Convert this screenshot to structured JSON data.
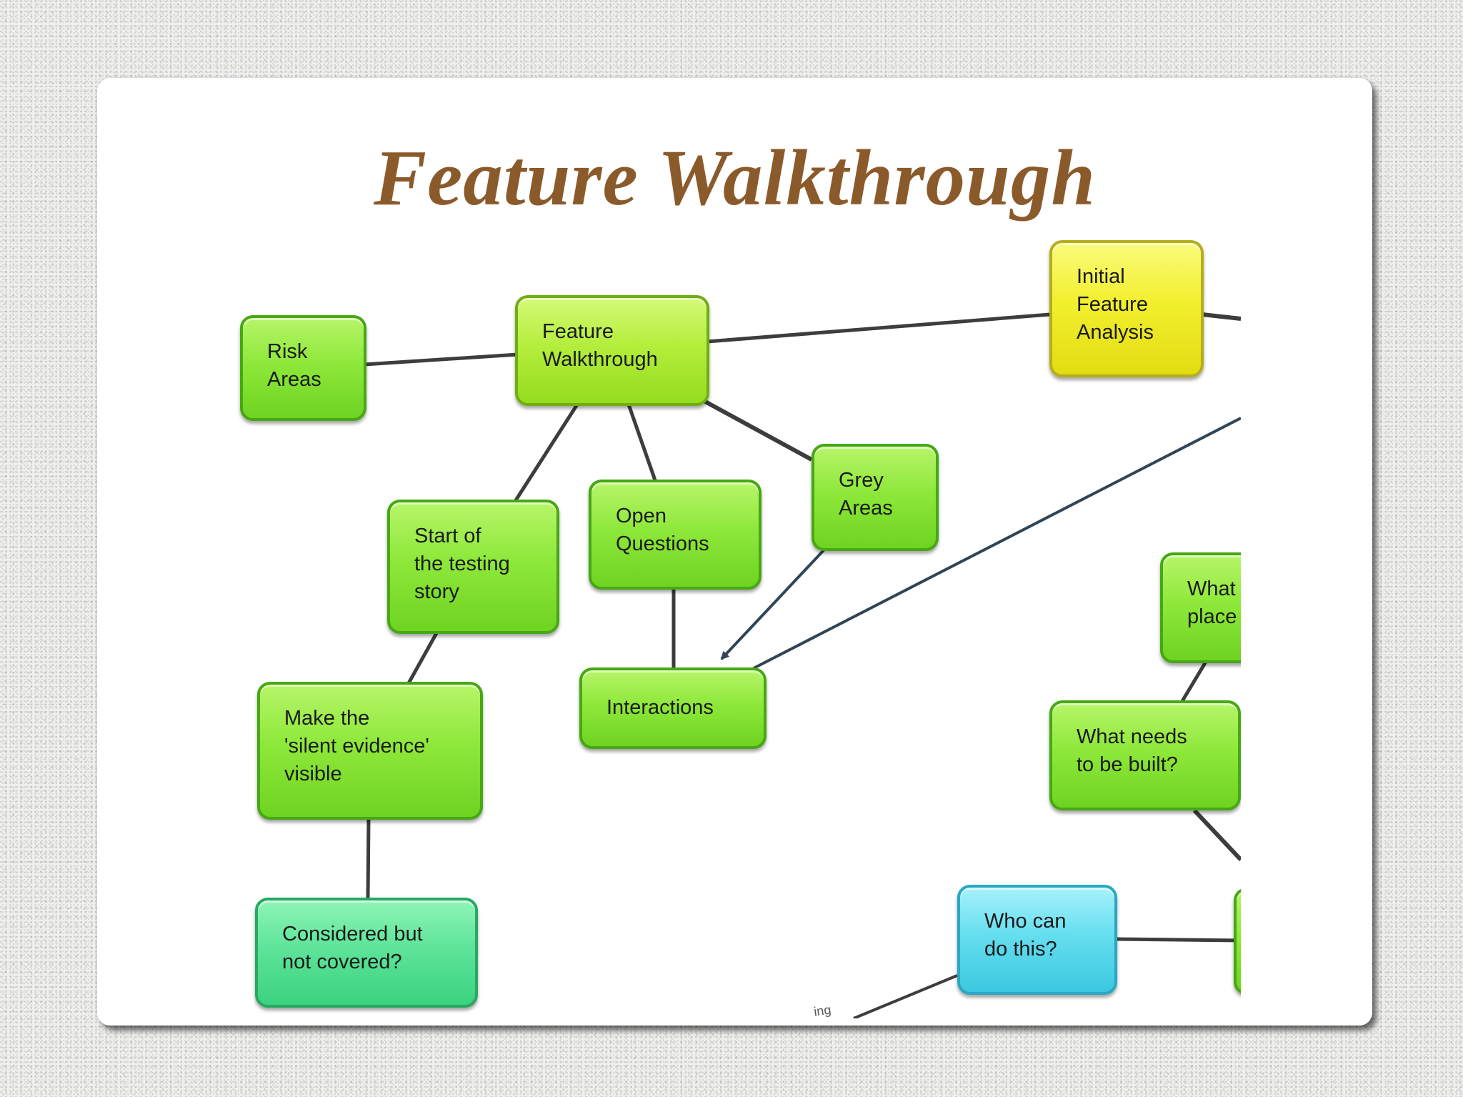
{
  "slide": {
    "title": "Feature Walkthrough"
  },
  "diagram": {
    "nodes": {
      "risk_areas": "Risk\nAreas",
      "feature_walkthrough": "Feature\nWalkthrough",
      "initial_feature_analysis": "Initial\nFeature\nAnalysis",
      "start_testing_story": "Start of\nthe testing\nstory",
      "open_questions": "Open\nQuestions",
      "grey_areas": "Grey\nAreas",
      "what_place": "What\nplace",
      "make_silent_evidence": "Make the\n'silent evidence'\nvisible",
      "interactions": "Interactions",
      "what_needs_built": "What needs\nto be built?",
      "considered_not_covered": "Considered but\nnot covered?",
      "who_can_do_this": "Who can\ndo this?"
    },
    "edge_label_fragment": "ing"
  },
  "colors": {
    "title": "#8b5a2b",
    "green_node": "#8ee83a",
    "lime_node": "#b4ee3c",
    "teal_node": "#5ee49a",
    "yellow_node": "#f2ef2e",
    "cyan_node": "#66deef",
    "connector": "#3d3d3d",
    "arrow": "#2f4457"
  }
}
